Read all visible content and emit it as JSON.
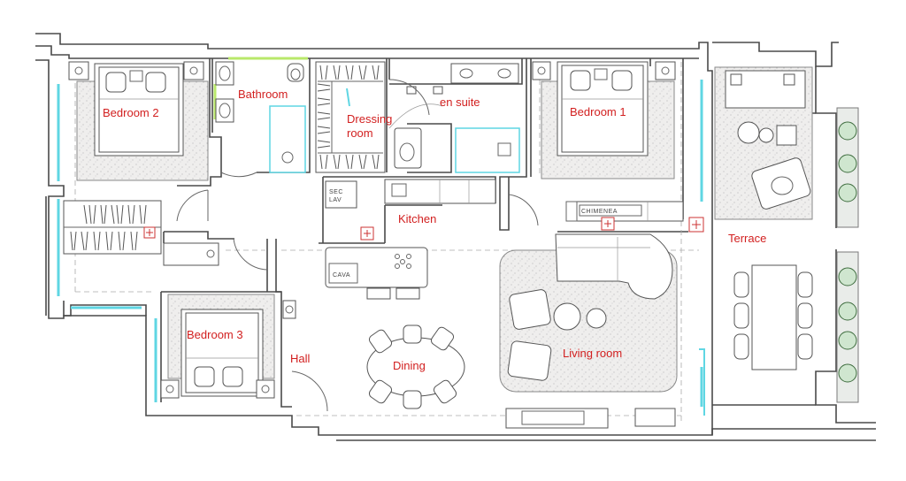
{
  "rooms": {
    "bedroom2": "Bedroom 2",
    "bathroom": "Bathroom",
    "dressing_line1": "Dressing",
    "dressing_line2": "room",
    "en_suite": "en suite",
    "bedroom1": "Bedroom 1",
    "kitchen": "Kitchen",
    "terrace": "Terrace",
    "bedroom3": "Bedroom 3",
    "hall": "Hall",
    "dining": "Dining",
    "living_room": "Living room"
  },
  "appliance_labels": {
    "cava": "CAVA",
    "secadora": "SEC",
    "lavadora": "LAV",
    "chimenea": "CHIMENEA"
  },
  "colors": {
    "label": "#d21f1f",
    "glazing": "#5fd6e3",
    "walls": "#4a4a4a",
    "rug": "#ecebea"
  }
}
